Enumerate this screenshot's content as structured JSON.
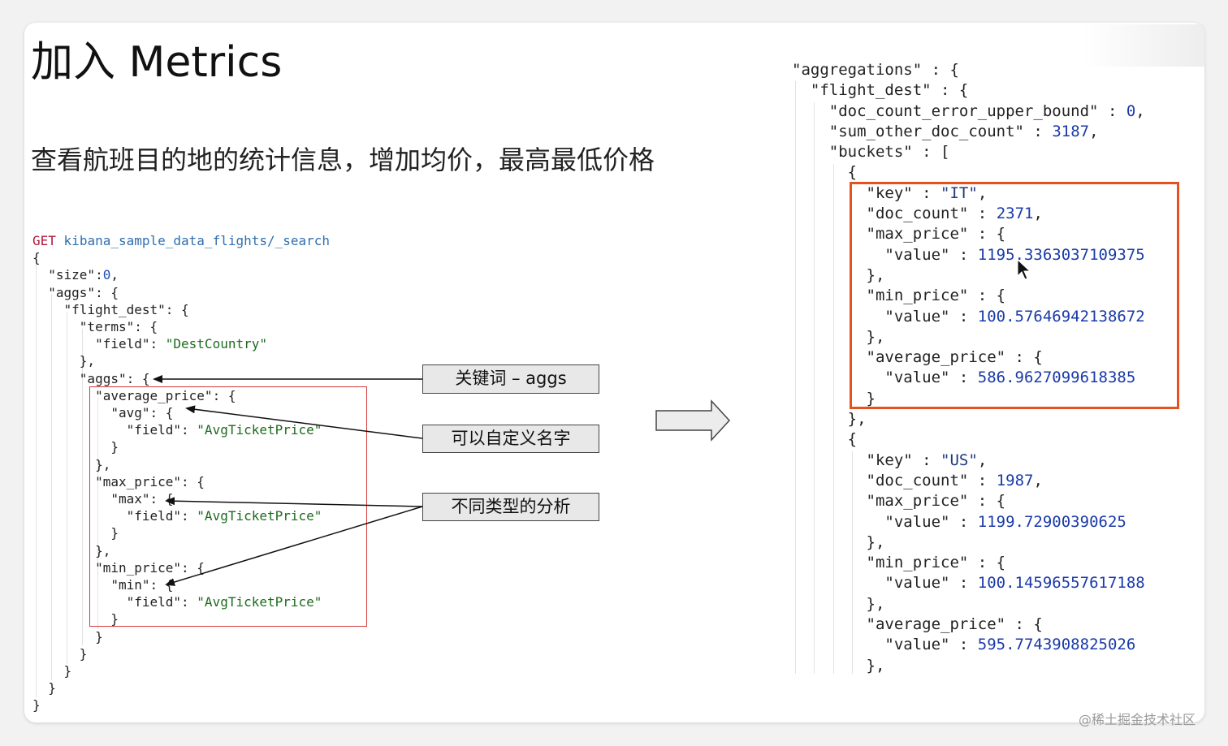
{
  "slide": {
    "title": "加入 Metrics",
    "subtitle": "查看航班目的地的统计信息，增加均价，最高最低价格"
  },
  "request": {
    "method": "GET",
    "path": "kibana_sample_data_flights/_search",
    "lines": [
      "{",
      "  \"size\":0,",
      "  \"aggs\": {",
      "    \"flight_dest\": {",
      "      \"terms\": {",
      "        \"field\": \"DestCountry\"",
      "      },",
      "      \"aggs\": {",
      "        \"average_price\": {",
      "          \"avg\": {",
      "            \"field\": \"AvgTicketPrice\"",
      "          }",
      "        },",
      "        \"max_price\": {",
      "          \"max\": {",
      "            \"field\": \"AvgTicketPrice\"",
      "          }",
      "        },",
      "        \"min_price\": {",
      "          \"min\": {",
      "            \"field\": \"AvgTicketPrice\"",
      "          }",
      "        }",
      "      }",
      "    }",
      "  }",
      "}"
    ]
  },
  "callouts": {
    "keyword": "关键词 – aggs",
    "custom_name": "可以自定义名字",
    "analysis_types": "不同类型的分析"
  },
  "response": {
    "lines": [
      "\"aggregations\" : {",
      "  \"flight_dest\" : {",
      "    \"doc_count_error_upper_bound\" : 0,",
      "    \"sum_other_doc_count\" : 3187,",
      "    \"buckets\" : [",
      "      {",
      "        \"key\" : \"IT\",",
      "        \"doc_count\" : 2371,",
      "        \"max_price\" : {",
      "          \"value\" : 1195.3363037109375",
      "        },",
      "        \"min_price\" : {",
      "          \"value\" : 100.57646942138672",
      "        },",
      "        \"average_price\" : {",
      "          \"value\" : 586.9627099618385",
      "        }",
      "      },",
      "      {",
      "        \"key\" : \"US\",",
      "        \"doc_count\" : 1987,",
      "        \"max_price\" : {",
      "          \"value\" : 1199.72900390625",
      "        },",
      "        \"min_price\" : {",
      "          \"value\" : 100.14596557617188",
      "        },",
      "        \"average_price\" : {",
      "          \"value\" : 595.7743908825026",
      "        },"
    ]
  },
  "watermark": "@稀土掘金技术社区",
  "colors": {
    "request_box": "#d43a3a",
    "response_box": "#e6521f",
    "keyword": "#b0173b",
    "string": "#1e6b1e",
    "number": "#1a4fb0"
  }
}
